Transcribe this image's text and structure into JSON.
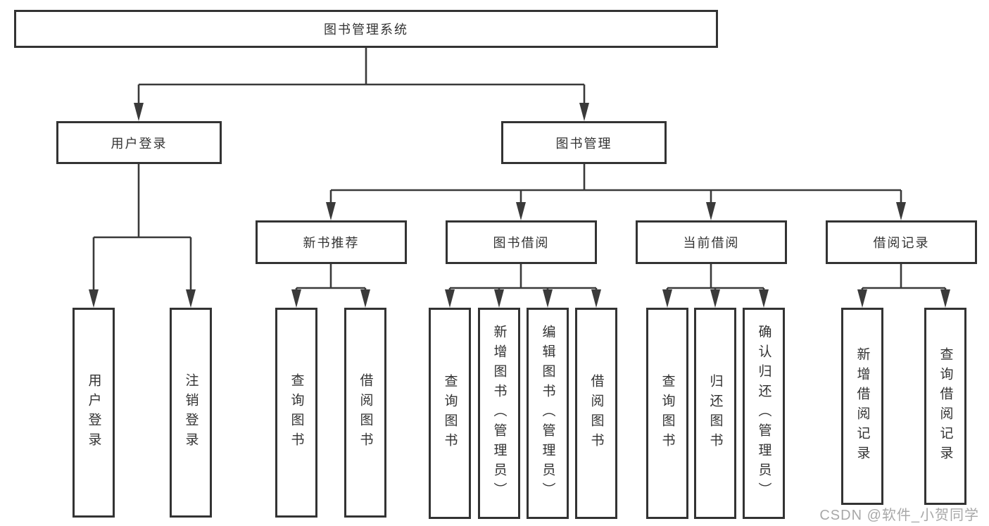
{
  "tree": {
    "label": "图书管理系统",
    "children": [
      {
        "label": "用户登录",
        "children": [
          {
            "label": "用户登录"
          },
          {
            "label": "注销登录"
          }
        ]
      },
      {
        "label": "图书管理",
        "children": [
          {
            "label": "新书推荐",
            "children": [
              {
                "label": "查询图书"
              },
              {
                "label": "借阅图书"
              }
            ]
          },
          {
            "label": "图书借阅",
            "children": [
              {
                "label": "查询图书"
              },
              {
                "label": "新增图书（管理员）"
              },
              {
                "label": "编辑图书（管理员）"
              },
              {
                "label": "借阅图书"
              }
            ]
          },
          {
            "label": "当前借阅",
            "children": [
              {
                "label": "查询图书"
              },
              {
                "label": "归还图书"
              },
              {
                "label": "确认归还（管理员）"
              }
            ]
          },
          {
            "label": "借阅记录",
            "children": [
              {
                "label": "新增借阅记录"
              },
              {
                "label": "查询借阅记录"
              }
            ]
          }
        ]
      }
    ]
  },
  "watermark": {
    "text": "CSDN @软件_小贺同学"
  },
  "colors": {
    "line": "#3a3a3a",
    "box_border": "#333333",
    "text": "#333333",
    "watermark": "#a8a8a8",
    "background": "#ffffff"
  }
}
